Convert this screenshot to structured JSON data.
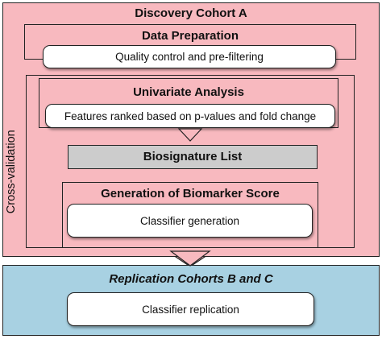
{
  "diagram": {
    "discovery_title": "Discovery Cohort A",
    "cross_validation_label": "Cross-validation",
    "data_preparation": {
      "title": "Data Preparation",
      "step": "Quality control and pre-filtering"
    },
    "univariate_analysis": {
      "title": "Univariate Analysis",
      "step": "Features ranked based on p-values and fold change"
    },
    "biosignature_list": "Biosignature List",
    "biomarker_score": {
      "title": "Generation of Biomarker Score",
      "step": "Classifier generation"
    },
    "replication": {
      "title": "Replication Cohorts B and C",
      "step": "Classifier replication"
    },
    "colors": {
      "discovery_fill": "#f8b9bf",
      "replication_fill": "#a8d1e2",
      "biosignature_fill": "#cccccc",
      "border": "#222222"
    }
  }
}
